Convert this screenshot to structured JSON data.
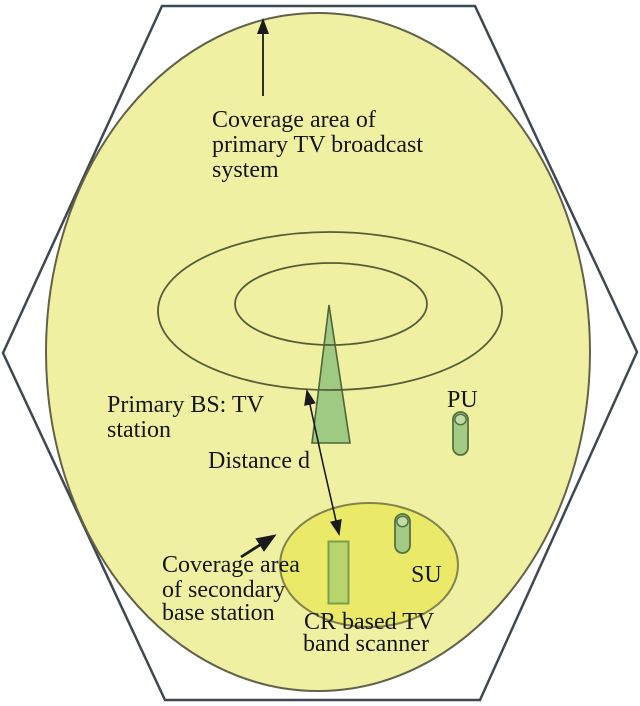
{
  "figure": {
    "kind": "coverage-topology-diagram",
    "labels": {
      "primary_coverage": [
        "Coverage area of",
        "primary TV broadcast",
        "system"
      ],
      "primary_bs": [
        "Primary BS: TV",
        "station"
      ],
      "distance": "Distance d",
      "pu": "PU",
      "su": "SU",
      "secondary_coverage": [
        "Coverage area",
        "of secondary",
        "base station"
      ],
      "scanner": [
        "CR based TV",
        "band scanner"
      ]
    },
    "colors": {
      "page_bg": "#ffffff",
      "hexagon_fill": "#ffffff",
      "hexagon_stroke": "#3d4953",
      "primary_ellipse_fill": "#f0f0a3",
      "primary_ellipse_stroke": "#62624a",
      "ring_stroke": "#565e38",
      "secondary_ellipse_fill": "#eaea68",
      "secondary_ellipse_stroke": "#82824e",
      "tower_fill": "#9fca81",
      "tower_stroke": "#4e653c",
      "scanner_fill": "#b7d46d",
      "scanner_stroke": "#7d9c4d",
      "user_fill": "#a3cb85",
      "user_stroke": "#54713f",
      "user_cap_fill": "#c2dca6",
      "text": "#161616",
      "arrow": "#1a1a1a"
    }
  }
}
